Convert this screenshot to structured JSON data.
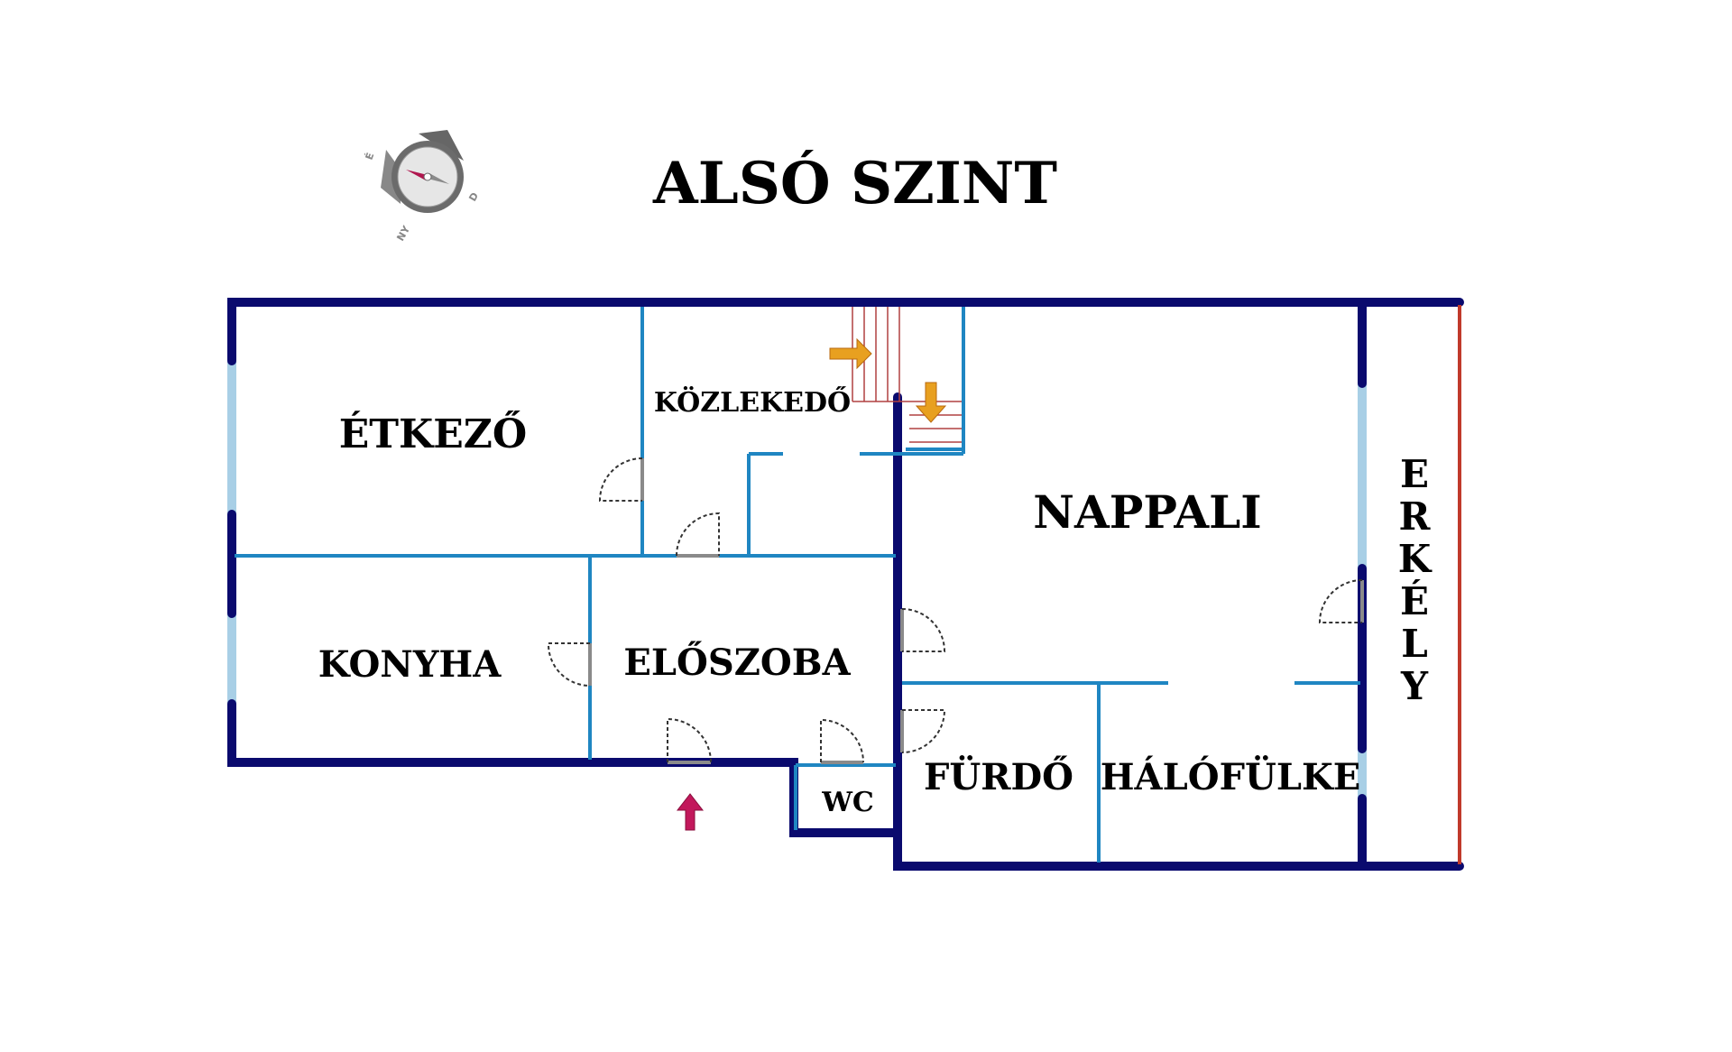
{
  "title": "ALSÓ SZINT",
  "compass": {
    "letters": {
      "north": "É",
      "south": "D",
      "west": "NY"
    },
    "icon": "compass-icon"
  },
  "rooms": {
    "etkezo": "ÉTKEZŐ",
    "kozlekedo": "KÖZLEKEDŐ",
    "nappali": "NAPPALI",
    "konyha": "KONYHA",
    "eloszoba": "ELŐSZOBA",
    "wc": "WC",
    "furdo": "FÜRDŐ",
    "halofulke": "HÁLÓFÜLKE",
    "erkely_letters": [
      "E",
      "R",
      "K",
      "É",
      "L",
      "Y"
    ]
  },
  "colors": {
    "outer_wall": "#0a0a6e",
    "inner_wall": "#1f86c2",
    "window": "#a8cfe6",
    "balcony_rail": "#c0392b",
    "entrance_arrow": "#c2185b",
    "stair_arrow": "#e8a020"
  },
  "icons": [
    "compass-icon",
    "entrance-arrow-icon",
    "stair-arrow-right-icon",
    "stair-arrow-down-icon"
  ]
}
